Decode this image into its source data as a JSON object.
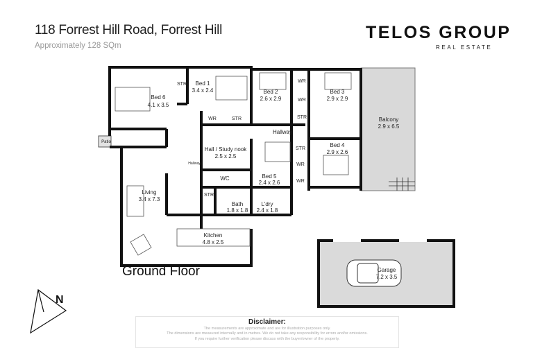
{
  "header": {
    "address": "118 Forrest Hill Road, Forrest Hill",
    "area": "Approximately 128 SQm"
  },
  "logo": {
    "name": "TELOS GROUP",
    "tagline": "REAL ESTATE"
  },
  "floor_label": "Ground Floor",
  "rooms": {
    "bed6": {
      "name": "Bed 6",
      "size": "4.1 x 3.5"
    },
    "bed1": {
      "name": "Bed 1",
      "size": "3.4 x 2.4"
    },
    "bed2": {
      "name": "Bed 2",
      "size": "2.6 x 2.9"
    },
    "bed3": {
      "name": "Bed 3",
      "size": "2.9 x 2.9"
    },
    "bed4": {
      "name": "Bed 4",
      "size": "2.9 x 2.6"
    },
    "bed5": {
      "name": "Bed 5",
      "size": "2.4 x 2.6"
    },
    "balcony": {
      "name": "Balcony",
      "size": "2.9 x 6.5"
    },
    "study": {
      "name": "Hall / Study nook",
      "size": "2.5 x 2.5"
    },
    "living": {
      "name": "Living",
      "size": "3.4 x 7.3"
    },
    "bath": {
      "name": "Bath",
      "size": "1.8 x 1.8"
    },
    "laundry": {
      "name": "L'dry",
      "size": "2.4 x 1.8"
    },
    "kitchen": {
      "name": "Kitchen",
      "size": "4.8 x 2.5"
    },
    "garage": {
      "name": "Garage",
      "size": "7.2 x 3.5"
    },
    "hallway": "Hallway",
    "hallway_small": "Hallway",
    "wc": "WC",
    "str": "STR",
    "wr": "WR",
    "patio": "Patio"
  },
  "compass": "N",
  "disclaimer": {
    "title": "Disclaimer:",
    "lines": [
      "The measurements are approximate and are for illustration purposes only.",
      "The dimensions are measured internally and in metres. We do not take any responsibility for errors and/or omissions.",
      "If you require further verification please discuss with the buyer/owner of the property."
    ]
  },
  "colors": {
    "wall": "#111111",
    "balcony_fill": "#d9d9d9",
    "garage_fill": "#dadada"
  }
}
